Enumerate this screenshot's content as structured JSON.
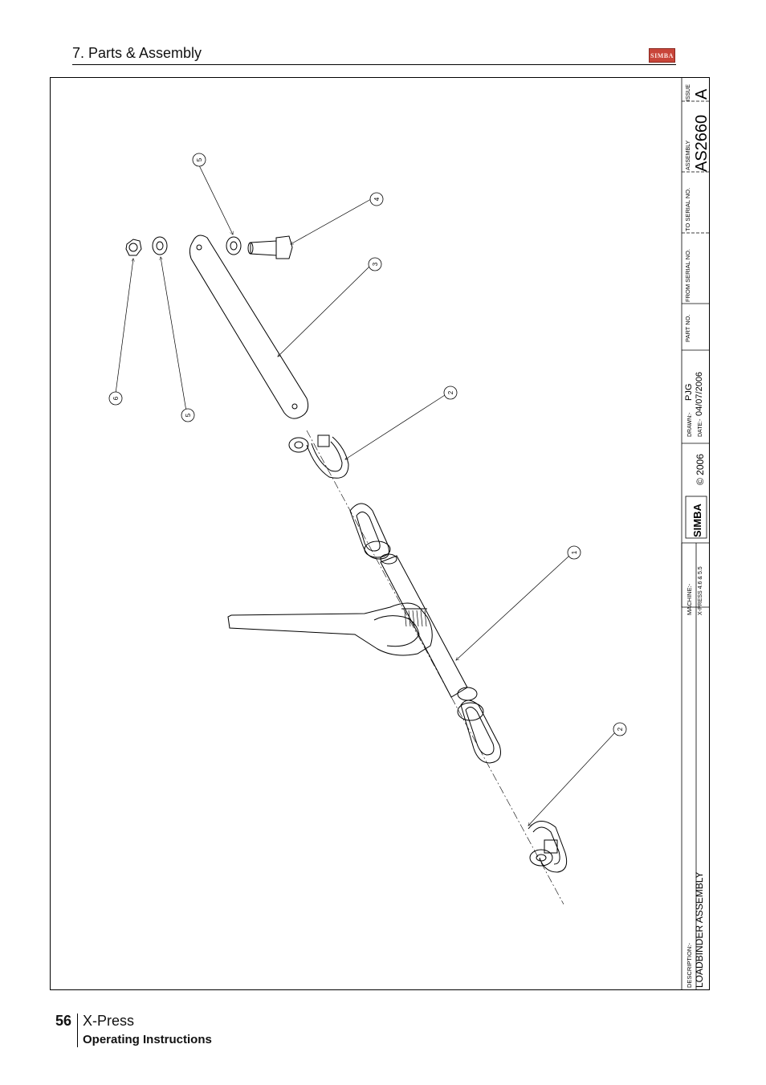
{
  "header": {
    "section_title": "7. Parts & Assembly",
    "logo_text": "SIMBA"
  },
  "footer": {
    "page_number": "56",
    "product": "X-Press",
    "subtitle": "Operating Instructions"
  },
  "title_block": {
    "issue_label": "ISSUE",
    "issue_value": "A",
    "assembly_label": "ASSEMBLY",
    "assembly_value": "AS2660",
    "to_serial_label": "TO SERIAL NO.",
    "from_serial_label": "FROM SERIAL NO.",
    "part_no_label": "PART NO.",
    "drawn_label": "DRAWN:-",
    "drawn_value": "PJG",
    "date_label": "DATE:-",
    "date_value": "04/07/2006",
    "copyright": "© 2006",
    "brand": "SIMBA",
    "machine_label": "MACHINE:-",
    "machine_value": "X-PRESS 4.6 & 5.5",
    "description_label": "DESCRIPTION:-",
    "description_value": "LOADBINDER ASSEMBLY"
  },
  "callouts": [
    "5",
    "4",
    "3",
    "6",
    "5",
    "2",
    "1",
    "2"
  ]
}
